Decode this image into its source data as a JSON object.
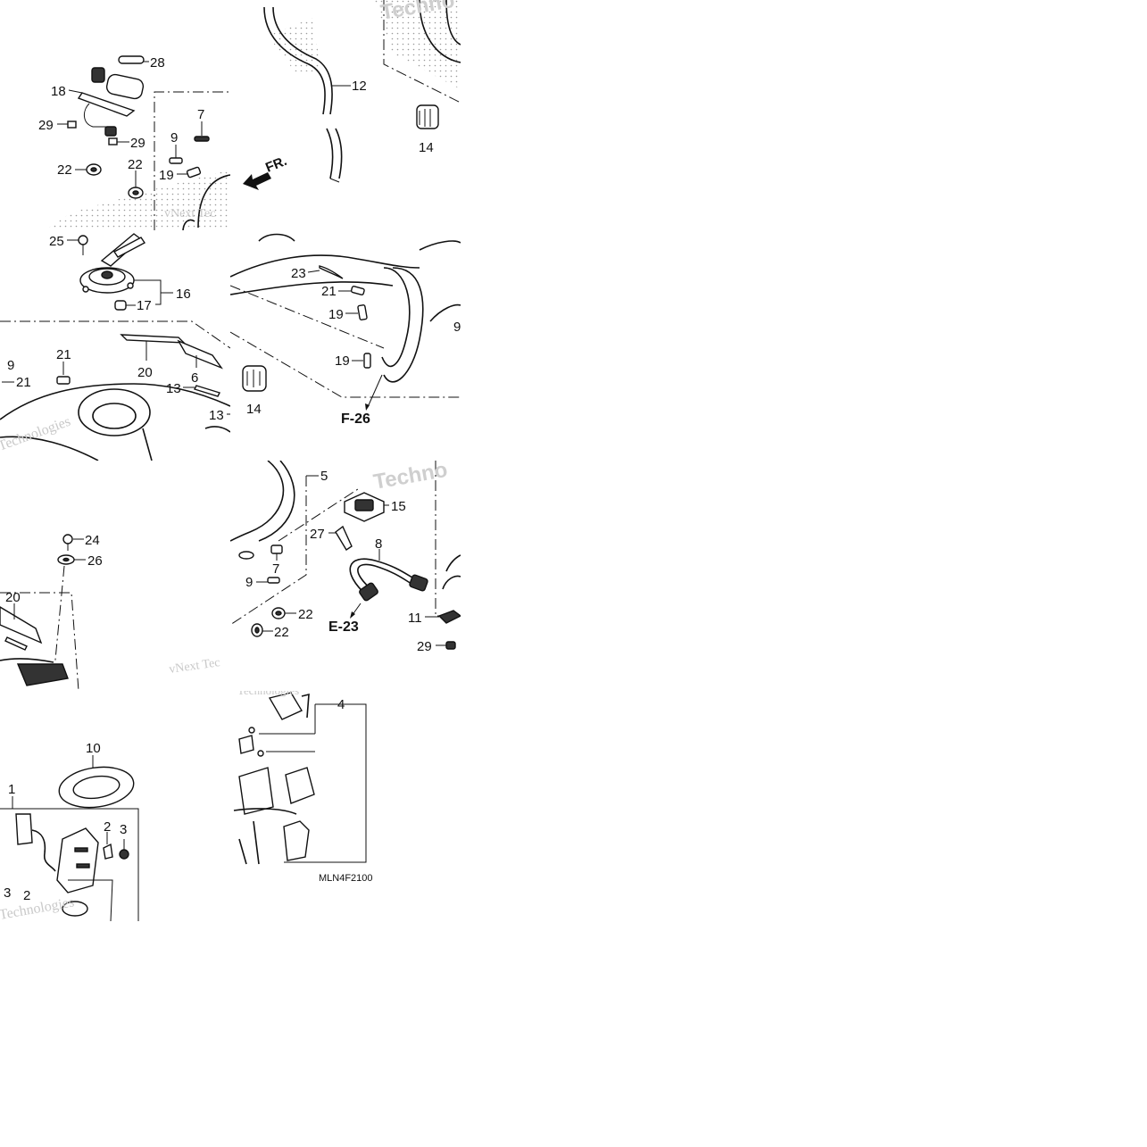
{
  "callouts": {
    "p28": "28",
    "p18": "18",
    "p29a": "29",
    "p29b": "29",
    "p22a": "22",
    "p22b": "22",
    "p7a": "7",
    "p9a": "9",
    "p19a": "19",
    "p25": "25",
    "p16": "16",
    "p17": "17",
    "p12": "12",
    "p14a": "14",
    "p23": "23",
    "p21a": "21",
    "p19b": "19",
    "p19c": "19",
    "p9b": "9",
    "p9c": "9",
    "p21b": "21",
    "p21c": "21",
    "p20a": "20",
    "p6": "6",
    "p13a": "13",
    "p13b": "13",
    "p14b": "14",
    "p5": "5",
    "p15": "15",
    "p27": "27",
    "p8": "8",
    "p7b": "7",
    "p9d": "9",
    "p22c": "22",
    "p22d": "22",
    "p11": "11",
    "p29c": "29",
    "p24": "24",
    "p26": "26",
    "p20b": "20",
    "p4": "4",
    "p10": "10",
    "p1": "1",
    "p2a": "2",
    "p3a": "3",
    "p3b": "3",
    "p2b": "2"
  },
  "references": {
    "f26": "F-26",
    "e23": "E-23"
  },
  "direction_label": "FR.",
  "diagram_code": "MLN4F2100",
  "watermarks": {
    "vnext": "vNext Tec",
    "technologies": "Technologies",
    "techno": "Techno"
  },
  "icons": [
    "front-direction-arrow-icon"
  ]
}
